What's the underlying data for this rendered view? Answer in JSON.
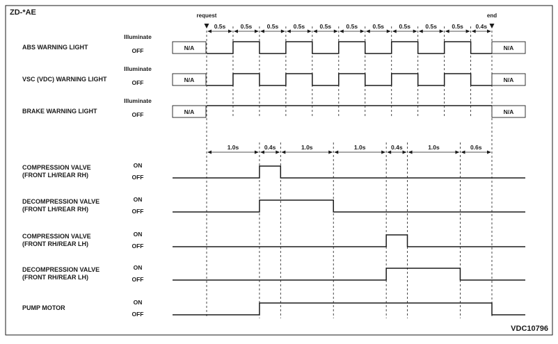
{
  "title": "ZD-*AE",
  "code": "VDC10796",
  "markers": {
    "request": "request",
    "end": "end"
  },
  "states": {
    "on": "ON",
    "off": "OFF",
    "illuminate": "Illuminate",
    "na": "N/A"
  },
  "top_intervals": [
    "0.5s",
    "0.5s",
    "0.5s",
    "0.5s",
    "0.5s",
    "0.5s",
    "0.5s",
    "0.5s",
    "0.5s",
    "0.5s",
    "0.4s"
  ],
  "bottom_intervals": [
    "1.0s",
    "0.4s",
    "1.0s",
    "1.0s",
    "0.4s",
    "1.0s",
    "0.6s"
  ],
  "warning_lights": [
    {
      "name": "ABS WARNING LIGHT",
      "pattern": [
        0,
        1,
        0,
        1,
        0,
        1,
        0,
        1,
        0,
        1,
        0
      ]
    },
    {
      "name": "VSC (VDC) WARNING LIGHT",
      "pattern": [
        0,
        1,
        0,
        1,
        0,
        1,
        0,
        1,
        0,
        1,
        0
      ]
    },
    {
      "name": "BRAKE WARNING LIGHT",
      "pattern": [
        1,
        1,
        1,
        1,
        1,
        1,
        1,
        1,
        1,
        1,
        1
      ]
    }
  ],
  "actuators": [
    {
      "line1": "COMPRESSION VALVE",
      "line2": "(FRONT LH/REAR RH)",
      "pattern": [
        0,
        1,
        0,
        0,
        0,
        0,
        0
      ]
    },
    {
      "line1": "DECOMPRESSION VALVE",
      "line2": "(FRONT LH/REAR RH)",
      "pattern": [
        0,
        1,
        1,
        0,
        0,
        0,
        0
      ]
    },
    {
      "line1": "COMPRESSION VALVE",
      "line2": "(FRONT RH/REAR LH)",
      "pattern": [
        0,
        0,
        0,
        0,
        1,
        0,
        0
      ]
    },
    {
      "line1": "DECOMPRESSION VALVE",
      "line2": "(FRONT RH/REAR LH)",
      "pattern": [
        0,
        0,
        0,
        0,
        1,
        1,
        0
      ]
    },
    {
      "line1": "PUMP MOTOR",
      "line2": "",
      "pattern": [
        0,
        1,
        1,
        1,
        1,
        1,
        1
      ]
    }
  ]
}
